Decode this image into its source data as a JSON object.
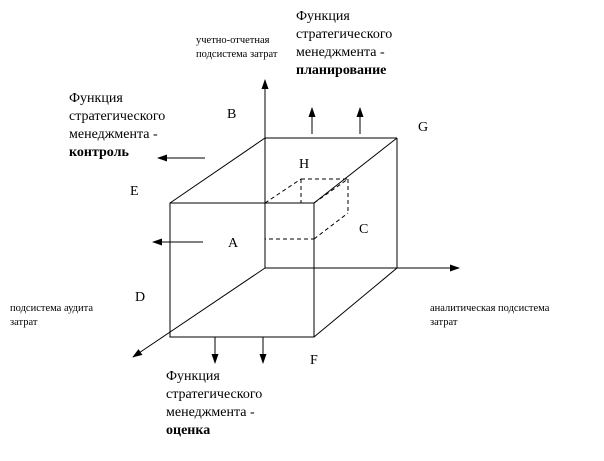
{
  "vertices": {
    "a": "A",
    "b": "B",
    "c": "C",
    "d": "D",
    "e": "E",
    "f": "F",
    "g": "G",
    "h": "H"
  },
  "axes": {
    "vertical": {
      "line1": "учетно-отчетная",
      "line2": "подсистема затрат"
    },
    "horizontal": {
      "line1": "аналитическая  подсистема",
      "line2": "затрат"
    },
    "diagonal": {
      "line1": "подсистема аудита",
      "line2": "затрат"
    }
  },
  "functions": {
    "planning": {
      "line1": "Функция",
      "line2": "стратегического",
      "line3": "менеджмента -",
      "name": "планирование"
    },
    "control": {
      "line1": "Функция",
      "line2": "стратегического",
      "line3": "менеджмента -",
      "name": "контроль"
    },
    "evaluation": {
      "line1": "Функция",
      "line2": "стратегического",
      "line3": "менеджмента -",
      "name": "оценка"
    }
  }
}
